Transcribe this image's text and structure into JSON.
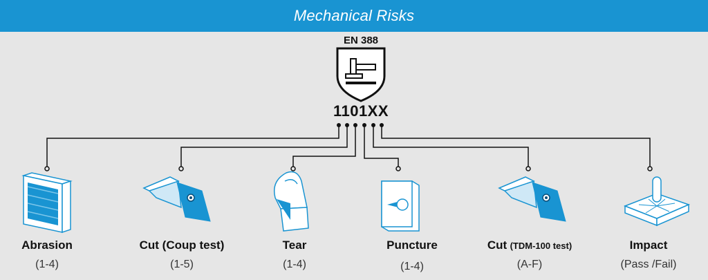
{
  "header": {
    "title": "Mechanical Risks"
  },
  "standard": {
    "label": "EN 388",
    "code": "1101XX"
  },
  "icons": {
    "shield": "shield-hammer-icon"
  },
  "colors": {
    "header_bg": "#1994d2",
    "page_bg": "#e6e6e6",
    "accent": "#1994d2"
  },
  "categories": [
    {
      "name": "Abrasion",
      "range": "(1-4)",
      "icon": "abrasion-icon"
    },
    {
      "name": "Cut (Coup test)",
      "range": "(1-5)",
      "icon": "blade-cut-icon"
    },
    {
      "name": "Tear",
      "range": "(1-4)",
      "icon": "tear-icon"
    },
    {
      "name": "Puncture",
      "range": "(1-4)",
      "icon": "puncture-icon"
    },
    {
      "name": "Cut",
      "name_suffix": "(TDM-100 test)",
      "range": "(A-F)",
      "icon": "blade-cut-icon"
    },
    {
      "name": "Impact",
      "range": "(Pass /Fail)",
      "icon": "impact-icon"
    }
  ]
}
